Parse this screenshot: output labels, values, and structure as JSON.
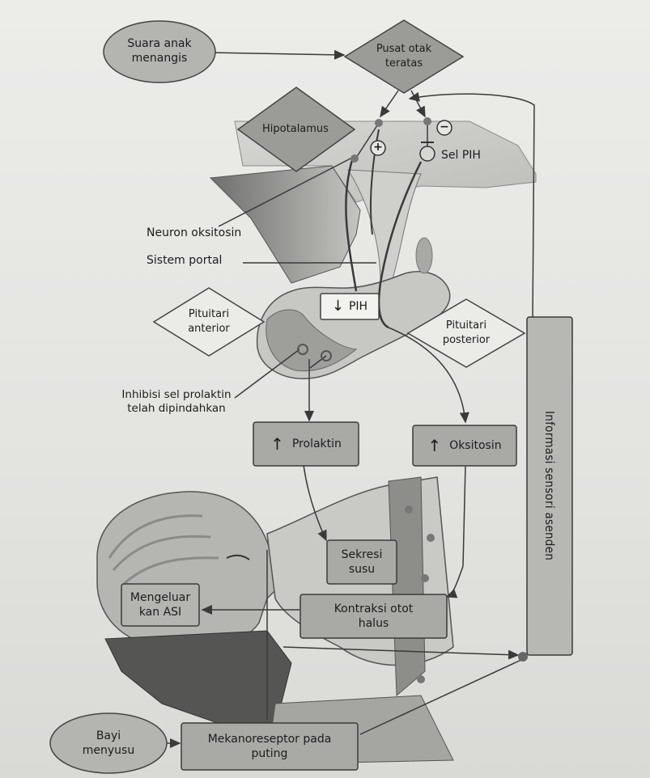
{
  "nodes": {
    "crying_baby": "Suara anak\nmenangis",
    "higher_brain": "Pusat otak\nteratas",
    "hypothalamus": "Hipotalamus",
    "pih_cell": "Sel PIH",
    "oxytocin_neuron": "Neuron oksitosin",
    "portal_system": "Sistem portal",
    "pih": "PIH",
    "anterior_pituitary": "Pituitari\nanterior",
    "posterior_pituitary": "Pituitari\nposterior",
    "prolactin_inhibition": "Inhibisi sel prolaktin\ntelah dipindahkan",
    "prolactin": "Prolaktin",
    "oxytocin": "Oksitosin",
    "sensory_info": "Informasi sensori asenden",
    "milk_secretion": "Sekresi\nsusu",
    "smooth_muscle": "Kontraksi otot\nhalus",
    "milk_ejection": "Mengeluar\nkan ASI",
    "baby_suckling": "Bayi\nmenyusu",
    "nipple_receptor": "Mekanoreseptor pada\nputing"
  },
  "signs": {
    "plus": "+",
    "minus": "−",
    "up_arrow": "↑",
    "down_arrow": "↓"
  },
  "colors": {
    "box_fill": "#a9a9a6",
    "box_stroke": "#3a3a3a",
    "diamond_dark": "#9b9b98",
    "line": "#3a3a3a"
  }
}
